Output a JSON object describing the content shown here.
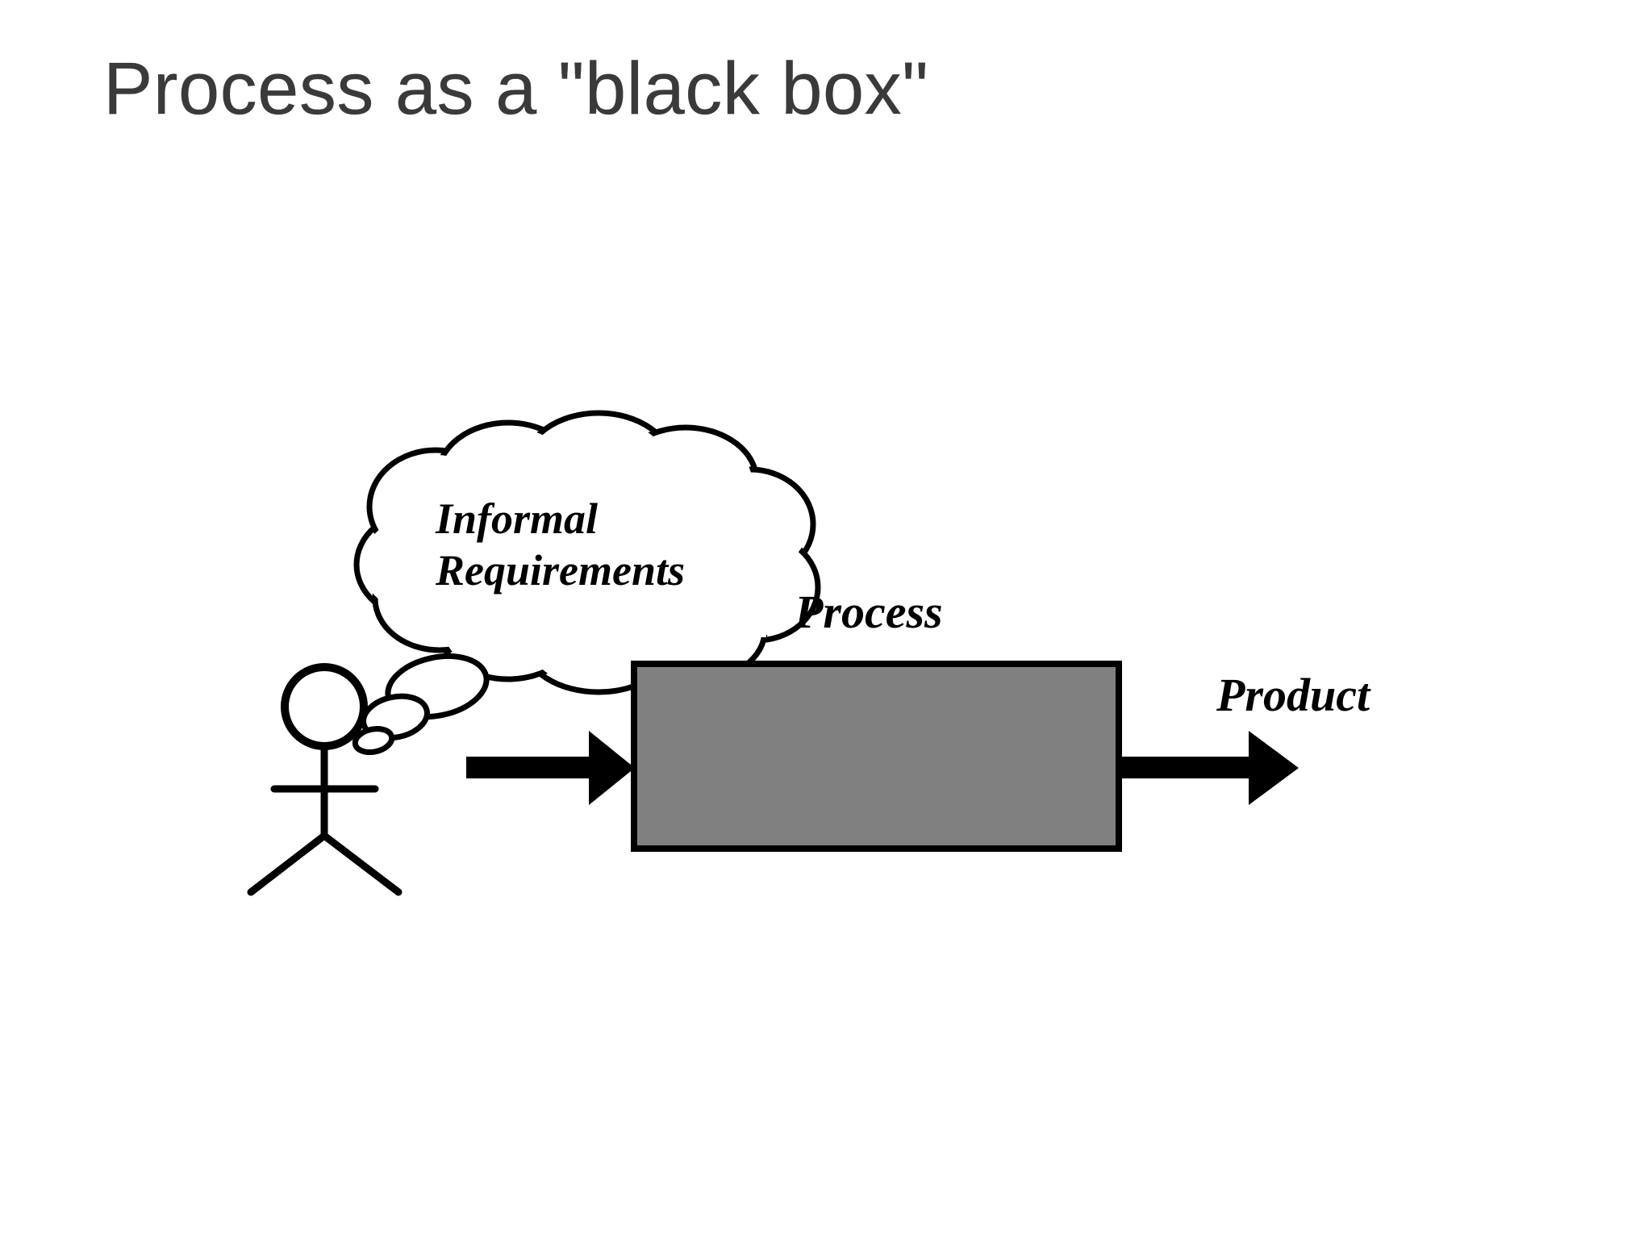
{
  "slide": {
    "title": "Process as a \"black box\"",
    "title_color": "#3a3a3a",
    "background_color": "#ffffff"
  },
  "diagram": {
    "type": "block-flow",
    "actor": {
      "name": "stick-figure",
      "description": "stick figure person"
    },
    "thought_bubble": {
      "line1": "Informal",
      "line2": "Requirements",
      "stroke_color": "#000000",
      "fill_color": "#ffffff"
    },
    "process_box": {
      "label": "Process",
      "fill_color": "#808080",
      "border_color": "#000000"
    },
    "output": {
      "label": "Product",
      "arrow_color": "#000000"
    },
    "input_arrow": {
      "name": "input-arrow",
      "color": "#000000"
    },
    "output_arrow": {
      "name": "output-arrow",
      "color": "#000000"
    }
  }
}
